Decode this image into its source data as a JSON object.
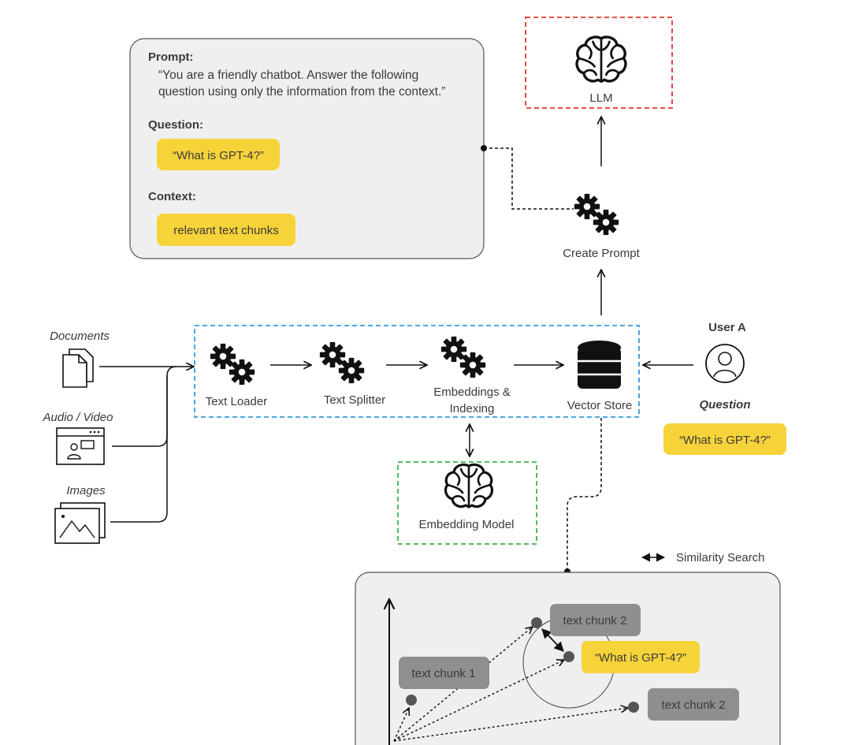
{
  "prompt_panel": {
    "prompt_heading": "Prompt:",
    "prompt_line1": "“You are a friendly chatbot. Answer the following",
    "prompt_line2": "question using only the information from the context.”",
    "question_heading": "Question:",
    "question_chip": "“What is GPT-4?”",
    "context_heading": "Context:",
    "context_chip": "relevant text chunks"
  },
  "llm": {
    "label": "LLM"
  },
  "create_prompt": {
    "label": "Create Prompt"
  },
  "inputs": {
    "documents": "Documents",
    "audio_video": "Audio / Video",
    "images": "Images"
  },
  "pipeline": {
    "text_loader": "Text Loader",
    "text_splitter": "Text Splitter",
    "embeddings_line1": "Embeddings &",
    "embeddings_line2": "Indexing",
    "vector_store": "Vector Store"
  },
  "embedding_model": {
    "label": "Embedding Model"
  },
  "user": {
    "name": "User A",
    "question_label": "Question",
    "question_chip": "“What is GPT-4?”"
  },
  "legend": {
    "similarity_search": "Similarity Search"
  },
  "vector_space": {
    "chunk_1": "text chunk 1",
    "chunk_2a": "text chunk 2",
    "chunk_2b": "text chunk 2",
    "query_chip": "“What is GPT-4?”"
  },
  "colors": {
    "chip_yellow": "#f7d33a",
    "chip_gray": "#8f8f8f",
    "panel_fill": "#efefef",
    "llm_border": "#e0352b",
    "pipeline_border": "#3a9be0",
    "embedding_border": "#3cb34a"
  }
}
